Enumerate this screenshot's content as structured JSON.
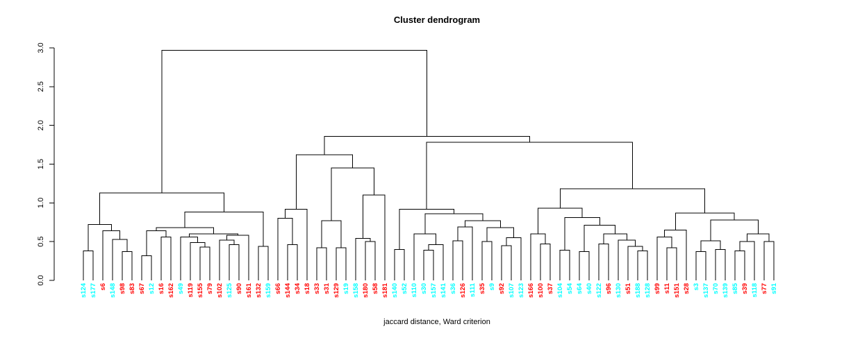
{
  "chart_data": {
    "type": "dendrogram",
    "title": "Cluster dendrogram",
    "xlabel": "jaccard distance, Ward criterion",
    "ylabel": "",
    "ylim": [
      0.0,
      3.0
    ],
    "yticks": [
      "0.0",
      "0.5",
      "1.0",
      "1.5",
      "2.0",
      "2.5",
      "3.0"
    ],
    "grid": "off",
    "line_color": "#000000",
    "label_colors": {
      "red": "#FF0000",
      "cyan": "#00FFFF"
    },
    "leaves": [
      {
        "id": "s124",
        "color": "cyan"
      },
      {
        "id": "s177",
        "color": "cyan"
      },
      {
        "id": "s6",
        "color": "red"
      },
      {
        "id": "s148",
        "color": "cyan"
      },
      {
        "id": "s98",
        "color": "red"
      },
      {
        "id": "s83",
        "color": "red"
      },
      {
        "id": "s67",
        "color": "red"
      },
      {
        "id": "s12",
        "color": "cyan"
      },
      {
        "id": "s16",
        "color": "red"
      },
      {
        "id": "s162",
        "color": "red"
      },
      {
        "id": "s49",
        "color": "cyan"
      },
      {
        "id": "s119",
        "color": "red"
      },
      {
        "id": "s155",
        "color": "red"
      },
      {
        "id": "s79",
        "color": "red"
      },
      {
        "id": "s102",
        "color": "red"
      },
      {
        "id": "s125",
        "color": "cyan"
      },
      {
        "id": "s90",
        "color": "red"
      },
      {
        "id": "s161",
        "color": "red"
      },
      {
        "id": "s132",
        "color": "red"
      },
      {
        "id": "s159",
        "color": "cyan"
      },
      {
        "id": "s66",
        "color": "red"
      },
      {
        "id": "s144",
        "color": "red"
      },
      {
        "id": "s34",
        "color": "red"
      },
      {
        "id": "s18",
        "color": "red"
      },
      {
        "id": "s33",
        "color": "red"
      },
      {
        "id": "s31",
        "color": "red"
      },
      {
        "id": "s129",
        "color": "red"
      },
      {
        "id": "s19",
        "color": "cyan"
      },
      {
        "id": "s158",
        "color": "cyan"
      },
      {
        "id": "s180",
        "color": "red"
      },
      {
        "id": "s58",
        "color": "red"
      },
      {
        "id": "s181",
        "color": "red"
      },
      {
        "id": "s140",
        "color": "cyan"
      },
      {
        "id": "s52",
        "color": "cyan"
      },
      {
        "id": "s110",
        "color": "cyan"
      },
      {
        "id": "s30",
        "color": "cyan"
      },
      {
        "id": "s157",
        "color": "cyan"
      },
      {
        "id": "s141",
        "color": "cyan"
      },
      {
        "id": "s36",
        "color": "cyan"
      },
      {
        "id": "s126",
        "color": "red"
      },
      {
        "id": "s111",
        "color": "cyan"
      },
      {
        "id": "s35",
        "color": "red"
      },
      {
        "id": "s9",
        "color": "cyan"
      },
      {
        "id": "s92",
        "color": "red"
      },
      {
        "id": "s107",
        "color": "cyan"
      },
      {
        "id": "s123",
        "color": "cyan"
      },
      {
        "id": "s166",
        "color": "red"
      },
      {
        "id": "s100",
        "color": "red"
      },
      {
        "id": "s37",
        "color": "red"
      },
      {
        "id": "s104",
        "color": "cyan"
      },
      {
        "id": "s54",
        "color": "cyan"
      },
      {
        "id": "s64",
        "color": "cyan"
      },
      {
        "id": "s40",
        "color": "cyan"
      },
      {
        "id": "s122",
        "color": "cyan"
      },
      {
        "id": "s96",
        "color": "red"
      },
      {
        "id": "s130",
        "color": "cyan"
      },
      {
        "id": "s51",
        "color": "red"
      },
      {
        "id": "s188",
        "color": "cyan"
      },
      {
        "id": "s128",
        "color": "cyan"
      },
      {
        "id": "s99",
        "color": "red"
      },
      {
        "id": "s11",
        "color": "red"
      },
      {
        "id": "s151",
        "color": "red"
      },
      {
        "id": "s28",
        "color": "red"
      },
      {
        "id": "s3",
        "color": "cyan"
      },
      {
        "id": "s137",
        "color": "cyan"
      },
      {
        "id": "s70",
        "color": "cyan"
      },
      {
        "id": "s139",
        "color": "cyan"
      },
      {
        "id": "s85",
        "color": "cyan"
      },
      {
        "id": "s39",
        "color": "red"
      },
      {
        "id": "s118",
        "color": "cyan"
      },
      {
        "id": "s77",
        "color": "red"
      },
      {
        "id": "s91",
        "color": "cyan"
      }
    ],
    "tree": [
      2.97,
      [
        1.13,
        [
          0.72,
          [
            0.38,
            "s124",
            "s177"
          ],
          [
            0.64,
            "s6",
            [
              0.53,
              "s148",
              [
                0.37,
                "s98",
                "s83"
              ]
            ]
          ]
        ],
        [
          0.88,
          [
            0.68,
            [
              0.64,
              [
                0.32,
                "s67",
                "s12"
              ],
              [
                0.56,
                "s16",
                "s162"
              ]
            ],
            [
              0.6,
              [
                0.56,
                "s49",
                [
                  0.49,
                  "s119",
                  [
                    0.43,
                    "s155",
                    "s79"
                  ]
                ]
              ],
              [
                0.58,
                [
                  0.52,
                  "s102",
                  [
                    0.46,
                    "s125",
                    "s90"
                  ]
                ],
                "s161"
              ]
            ]
          ],
          [
            0.44,
            "s132",
            "s159"
          ]
        ]
      ],
      [
        1.86,
        [
          1.62,
          [
            0.92,
            [
              0.8,
              "s66",
              [
                0.46,
                "s144",
                "s34"
              ]
            ],
            "s18"
          ],
          [
            1.45,
            [
              0.77,
              [
                0.42,
                "s33",
                "s31"
              ],
              [
                0.42,
                "s129",
                "s19"
              ]
            ],
            [
              1.1,
              [
                0.54,
                "s158",
                [
                  0.5,
                  "s180",
                  "s58"
                ]
              ],
              "s181"
            ]
          ]
        ],
        [
          1.78,
          [
            0.92,
            [
              0.4,
              "s140",
              "s52"
            ],
            [
              0.86,
              [
                0.6,
                "s110",
                [
                  0.46,
                  [
                    0.39,
                    "s30",
                    "s157"
                  ],
                  "s141"
                ]
              ],
              [
                0.77,
                [
                  0.69,
                  [
                    0.51,
                    "s36",
                    "s126"
                  ],
                  "s111"
                ],
                [
                  0.68,
                  [
                    0.5,
                    "s35",
                    "s9"
                  ],
                  [
                    0.55,
                    [
                      0.45,
                      "s92",
                      "s107"
                    ],
                    "s123"
                  ]
                ]
              ]
            ]
          ],
          [
            1.18,
            [
              0.93,
              [
                0.6,
                "s166",
                [
                  0.47,
                  "s100",
                  "s37"
                ]
              ],
              [
                0.81,
                [
                  0.39,
                  "s104",
                  "s54"
                ],
                [
                  0.71,
                  [
                    0.37,
                    "s64",
                    "s40"
                  ],
                  [
                    0.6,
                    [
                      0.47,
                      "s122",
                      "s96"
                    ],
                    [
                      0.52,
                      "s130",
                      [
                        0.44,
                        "s51",
                        [
                          0.38,
                          "s188",
                          "s128"
                        ]
                      ]
                    ]
                  ]
                ]
              ]
            ],
            [
              0.87,
              [
                0.65,
                [
                  0.56,
                  "s99",
                  [
                    0.42,
                    "s11",
                    "s151"
                  ]
                ],
                "s28"
              ],
              [
                0.78,
                [
                  0.51,
                  [
                    0.37,
                    "s3",
                    "s137"
                  ],
                  [
                    0.4,
                    "s70",
                    "s139"
                  ]
                ],
                [
                  0.6,
                  [
                    0.5,
                    [
                      0.38,
                      "s85",
                      "s39"
                    ],
                    "s118"
                  ],
                  [
                    0.5,
                    "s77",
                    "s91"
                  ]
                ]
              ]
            ]
          ]
        ]
      ]
    ]
  }
}
